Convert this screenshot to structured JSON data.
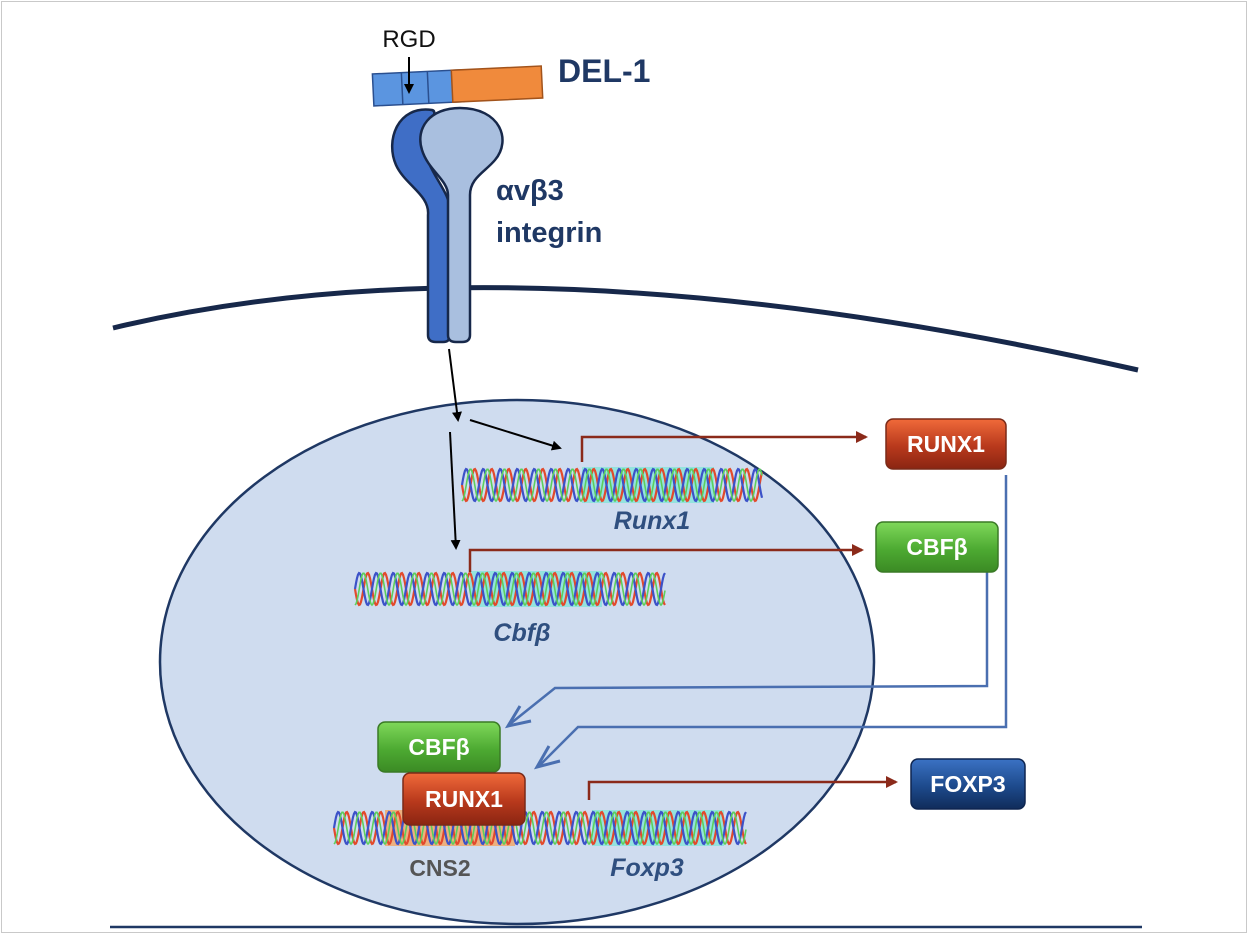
{
  "ligand": {
    "label": "DEL-1",
    "motif_label": "RGD"
  },
  "receptor": {
    "label_line1": "αvβ3",
    "label_line2": "integrin"
  },
  "genes": {
    "runx1": "Runx1",
    "cbfb": "Cbfβ",
    "foxp3": "Foxp3",
    "cns2": "CNS2"
  },
  "proteins": {
    "runx1_top": "RUNX1",
    "cbfb_top": "CBFβ",
    "cbfb_complex": "CBFβ",
    "runx1_complex": "RUNX1",
    "foxp3": "FOXP3"
  },
  "colors": {
    "label_navy": "#1f3864",
    "gene_blue": "#2f4f7f",
    "nucleus_fill": "#cfdcef",
    "nucleus_stroke": "#1f3864",
    "membrane": "#17284a",
    "arrow_dark": "#000000",
    "arrow_red": "#8b2a1a",
    "arrow_blue": "#4a6fb0",
    "runx1_box": "#b53a1e",
    "cbfb_box": "#57b23b",
    "foxp3_box": "#1f4f8e",
    "integrin_alpha": "#3f6ec6",
    "integrin_beta": "#a9bfdf",
    "del1_blue": "#5b95e0",
    "del1_orange": "#f08a3c",
    "dna_red": "#e24a2c",
    "dna_blue": "#3c52c8",
    "dna_green": "#5ccf5c",
    "highlight_cyan": "#7fe6d8",
    "highlight_orange": "#f6a15a"
  }
}
